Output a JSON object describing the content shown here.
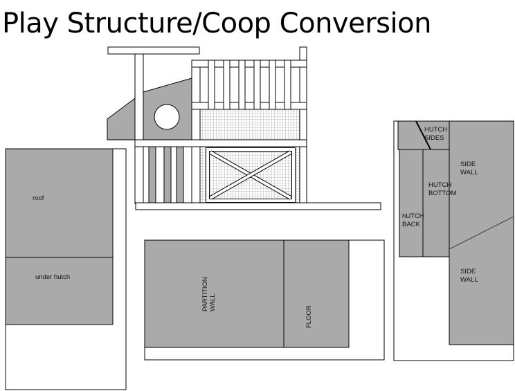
{
  "title": "Play Structure/Coop Conversion",
  "colors": {
    "panel_fill": "#aaaaaa",
    "outline": "#000000",
    "background": "#ffffff",
    "mesh": "#777777"
  },
  "sheets": {
    "left": {
      "top_label": "roof",
      "bottom_label": "under hutch"
    },
    "middle": {
      "left_label": [
        "PARTITION",
        "WALL"
      ],
      "right_label": "FLOOR"
    },
    "right": {
      "hutch_sides": [
        "HUTCH",
        "SIDES"
      ],
      "hutch_bottom": [
        "HUTCH",
        "BOTTOM"
      ],
      "hutch_back": [
        "hUTCH",
        "BACK"
      ],
      "side_wall_top": [
        "SIDE",
        "WALL"
      ],
      "side_wall_bottom": [
        "SIDE",
        "WALL"
      ]
    }
  }
}
